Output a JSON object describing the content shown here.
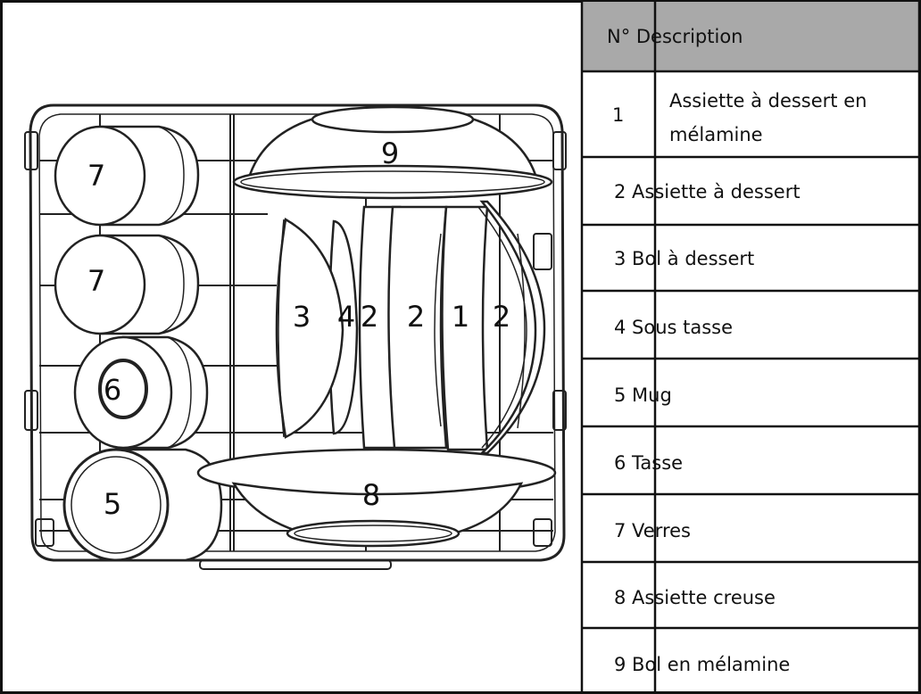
{
  "table": {
    "header": "N° Description",
    "header_bg": "#a9a9a9",
    "rows": [
      {
        "num": "1",
        "desc_line1": "Assiette à dessert en",
        "desc_line2": "mélamine"
      },
      {
        "text": "2 Assiette à dessert"
      },
      {
        "text": "3 Bol à dessert"
      },
      {
        "text": "4 Sous tasse"
      },
      {
        "text": "5 Mug"
      },
      {
        "text": "6 Tasse"
      },
      {
        "text": "7 Verres"
      },
      {
        "text": "8 Assiette creuse"
      },
      {
        "text": "9 Bol en mélamine"
      }
    ]
  },
  "diagram": {
    "labels": {
      "glass_top": "7",
      "glass_mid": "7",
      "cup": "6",
      "mug": "5",
      "bowl_top": "9",
      "bowl_small": "3",
      "saucer": "4",
      "plate_a": "2",
      "plate_b": "2",
      "plate_melamine": "1",
      "plate_c": "2",
      "deep_plate": "8"
    }
  }
}
